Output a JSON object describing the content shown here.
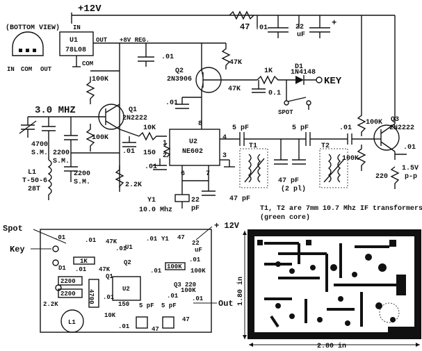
{
  "schematic": {
    "supply_label": "+12V",
    "bottom_view_label": "(BOTTOM VIEW)",
    "regulator_pins": {
      "in": "IN",
      "com": "COM",
      "out": "OUT"
    },
    "regulator_pin_in": "IN",
    "regulator_pin_out": "OUT",
    "regulator_pin_com": "COM",
    "u1_ref": "U1",
    "u1_part": "78L08",
    "reg_out_label": "+8V REG.",
    "r_47": "47",
    "c_01_top": ".01",
    "c_22": "22",
    "c_22_unit": "uF",
    "plus_sign": "+",
    "c_01_reg": ".01",
    "q2_ref": "Q2",
    "q2_part": "2N3906",
    "r_47k_a": "47K",
    "r_47k_b": "47K",
    "r_1k": "1K",
    "c_0_1": "0.1",
    "d1_ref": "D1",
    "d1_part": "1N4148",
    "key_label": "KEY",
    "spot_label": "SPOT",
    "c_01_q2": ".01",
    "r_100k_a": "100K",
    "r_100k_b": "100K",
    "freq_label": "3.0 MHZ",
    "q1_ref": "Q1",
    "q1_part": "2N2222",
    "r_10k": "10K",
    "c_01_q1": ".01",
    "r_150": "150",
    "c_01_u2": ".01",
    "r_2_2k": "2.2K",
    "c_4700": "4700",
    "c_4700_type": "S.M.",
    "c_2200_a": "2200",
    "c_2200_a_type": "S.M.",
    "c_2200_b": "2200",
    "c_2200_b_type": "S.M.",
    "l1_ref": "L1",
    "l1_core": "T-50-6",
    "l1_turns": "28T",
    "u2_ref": "U2",
    "u2_part": "NE602",
    "pin_8": "8",
    "pin_4": "4",
    "pin_3": "3",
    "pin_1": "1",
    "pin_2": "2",
    "pin_6": "6",
    "pin_7": "7",
    "y1_ref": "Y1",
    "y1_freq": "10.0 Mhz",
    "c_22pf": "22",
    "c_22pf_unit": "pF",
    "c_5pf_a": "5 pF",
    "c_5pf_b": "5 pF",
    "t1_ref": "T1",
    "t2_ref": "T2",
    "c_47pf_a": "47 pF",
    "c_47pf_b": "47 pF",
    "c_47pf_b_note": "(2 pl)",
    "c_01_t2": ".01",
    "r_100k_q3a": "100K",
    "r_100k_q3b": "100K",
    "q3_ref": "Q3",
    "q3_part": "2N2222",
    "c_01_out": ".01",
    "r_220": "220",
    "out_level": "1.5V",
    "out_level_unit": "p-p",
    "transformer_note_1": "T1, T2 are 7mm 10.7 Mhz IF transformers",
    "transformer_note_2": "(green core)"
  },
  "layout_view": {
    "spot_label": "Spot",
    "key_label": "Key",
    "supply_label": "+ 12V",
    "out_label": "Out",
    "parts": {
      "c01_tl": ".01",
      "c01_a": ".01",
      "r47k": "47K",
      "c01_b": ".01",
      "u1": "U1",
      "c01_c": ".01",
      "y1": "Y1",
      "r47": "47",
      "c22uf_val": "22",
      "c22uf_unit": "uF",
      "r1k": "1K",
      "q2": "Q2",
      "d1": "D1",
      "c01_d": ".01",
      "r47k_b": "47K",
      "r100k_a": "100K",
      "c01_e": ".01",
      "c01_f": ".01",
      "r100k_b": "100K",
      "c2200_a": "2200",
      "c2200_b": "2200",
      "q1": "Q1",
      "c4700": "4700",
      "u2": "U2",
      "q3": "Q3",
      "r220": "220",
      "r100k_c": "100K",
      "r2_2k": "2.2K",
      "c01_g": ".01",
      "c01_h": ".01",
      "c01_i": ".01",
      "r150": "150",
      "c5pf_a": "5 pF",
      "c5pf_b": "5 pF",
      "r10k": "10K",
      "l1": "L1",
      "r47_b": "47",
      "r47_c": "47",
      "c01_j": ".01"
    }
  },
  "pcb": {
    "height_label": "1.80 in",
    "width_label": "2.80 in"
  }
}
